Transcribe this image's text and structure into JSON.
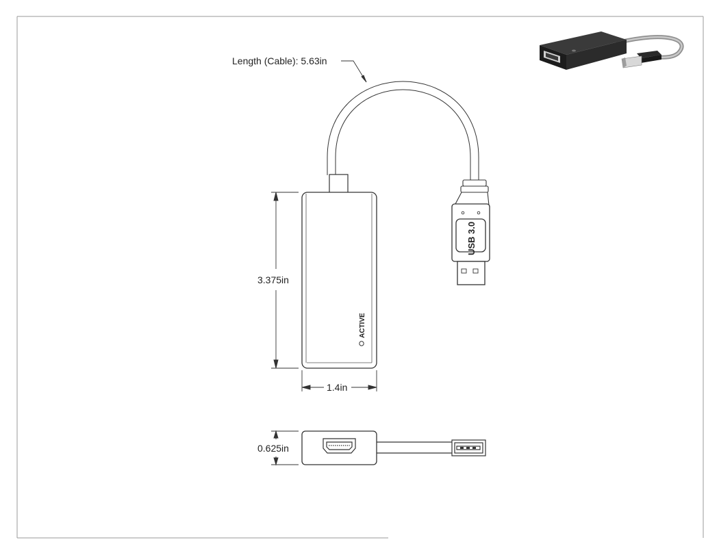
{
  "drawing": {
    "cable_length_label": "Length (Cable): 5.63in",
    "height_label": "3.375in",
    "width_label": "1.4in",
    "thickness_label": "0.625in",
    "led_label": "ACTIVE",
    "usb_label": "USB 3.0",
    "preview_icon": "adapter-photo-icon"
  }
}
